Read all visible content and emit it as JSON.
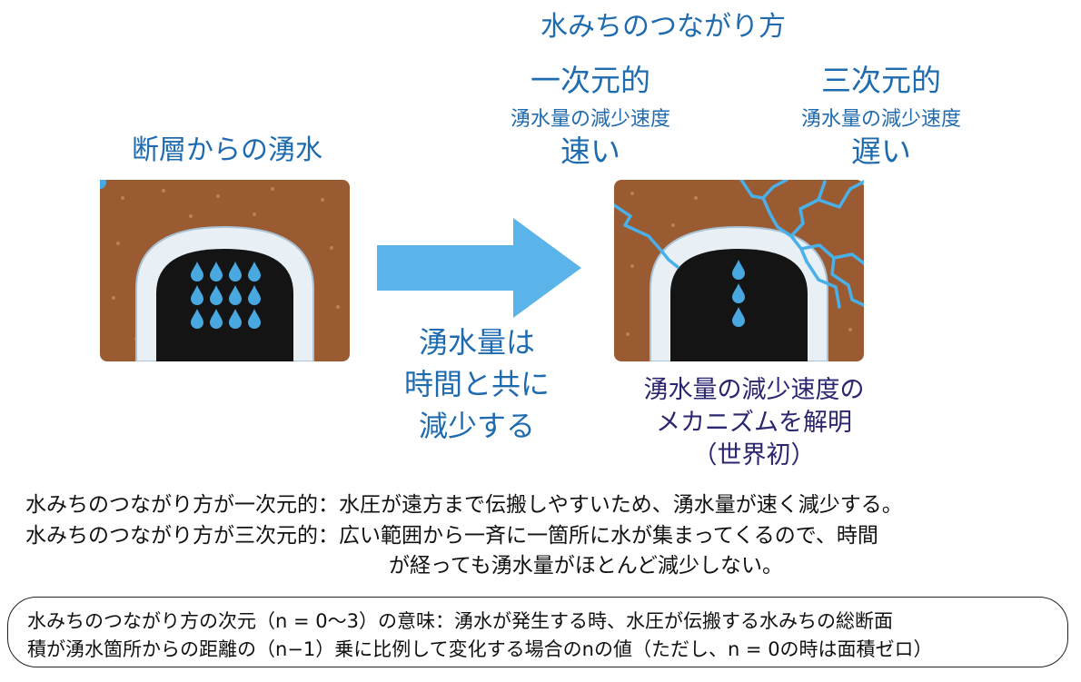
{
  "title": "水みちのつながり方",
  "dimension_one": {
    "label": "一次元的",
    "sub": "湧水量の減少速度",
    "speed": "速い"
  },
  "dimension_three": {
    "label": "三次元的",
    "sub": "湧水量の減少速度",
    "speed": "遅い"
  },
  "fault_title": "断層からの湧水",
  "arrow_text": [
    "湧水量は",
    "時間と共に",
    "減少する"
  ],
  "mechanism_text": [
    "湧水量の減少速度の",
    "メカニズムを解明",
    "（世界初）"
  ],
  "descriptions": {
    "one_dim": "水みちのつながり方が一次元的：水圧が遠方まで伝搬しやすいため、湧水量が速く減少する。",
    "three_dim_line1": "水みちのつながり方が三次元的：広い範囲から一斉に一箇所に水が集まってくるので、時間",
    "three_dim_line2": "が経っても湧水量がほとんど減少しない。"
  },
  "note": {
    "line1": "水みちのつながり方の次元（n = 0〜3）の意味：湧水が発生する時、水圧が伝搬する水みちの総断面",
    "line2": "積が湧水箇所からの距離の（n−1）乗に比例して変化する場合のnの値（ただし、n = 0の時は面積ゼロ）"
  },
  "colors": {
    "heading_blue": "#1f6bb0",
    "mechanism_navy": "#2a2670",
    "soil_brown": "#9a5a32",
    "lining_white": "#e8f0f6",
    "tunnel_black": "#141414",
    "water_blue": "#4aa8e0",
    "arrow_blue": "#5ab4ea"
  }
}
